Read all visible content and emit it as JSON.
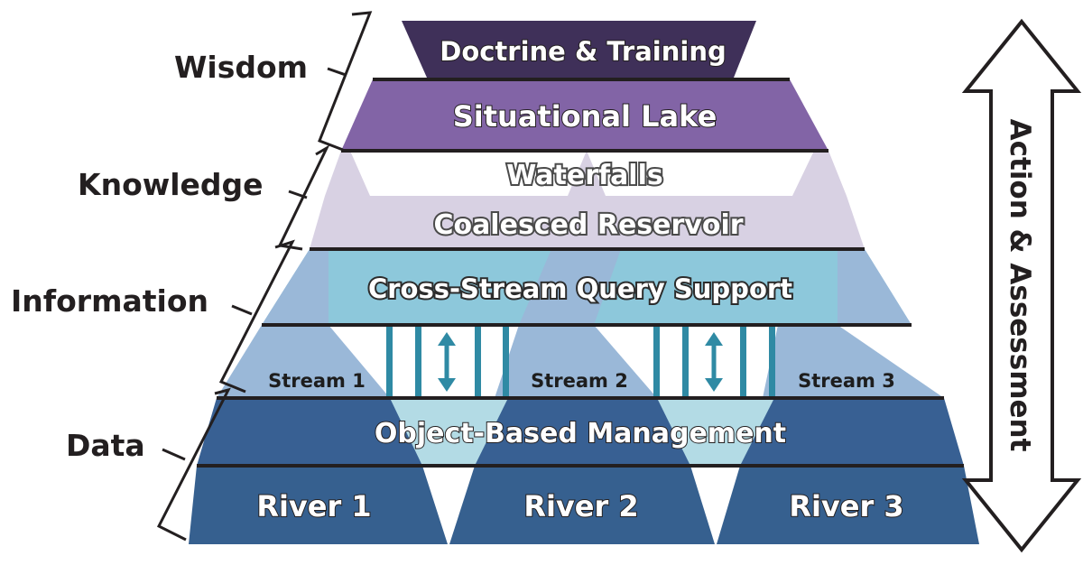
{
  "levels": {
    "wisdom": "Wisdom",
    "knowledge": "Knowledge",
    "information": "Information",
    "data": "Data"
  },
  "tiers": {
    "doctrine": "Doctrine & Training",
    "lake": "Situational Lake",
    "waterfalls": "Waterfalls",
    "reservoir": "Coalesced Reservoir",
    "query": "Cross-Stream Query Support",
    "object_mgmt": "Object-Based Management"
  },
  "streams": [
    "Stream 1",
    "Stream 2",
    "Stream 3"
  ],
  "rivers": [
    "River 1",
    "River 2",
    "River 3"
  ],
  "side_arrow_label": "Action & Assessment",
  "colors": {
    "doctrine": "#3f3059",
    "lake": "#8264a6",
    "waterfalls_bg": "#ffffff",
    "reservoir": "#d8d1e3",
    "query": "#8dc8db",
    "stream_triangle": "#9ab8d8",
    "object_mgmt": "#386093",
    "object_mgmt_light": "#b3dbe5",
    "river": "#36608f",
    "ladder": "#2f8aa4",
    "separator": "#231f20"
  }
}
